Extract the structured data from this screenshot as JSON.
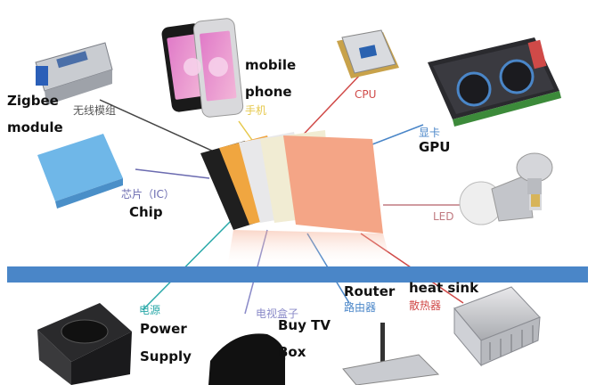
{
  "colors": {
    "band": "#4a86c8",
    "sheet_black": "#1f1f1f",
    "sheet_orange": "#f0a640",
    "sheet_grey": "#e8e8ea",
    "sheet_cream": "#f1ecd3",
    "sheet_peach": "#f4a586",
    "cn_zigbee": "#555555",
    "cn_phone": "#e6c84a",
    "cn_cpu": "#d04a48",
    "cn_gpu": "#4a86c8",
    "cn_led": "#c07a80",
    "cn_chip": "#6b6bb0",
    "cn_power": "#2aa9a9",
    "cn_tvbox": "#8a8ac8",
    "cn_router": "#4a86c8",
    "cn_heatsink": "#d04a48"
  },
  "labels": {
    "zigbee": {
      "en1": "Zigbee",
      "en2": "module",
      "cn": "无线模组",
      "icon": "sfp-module-icon"
    },
    "phone": {
      "en1": "mobile",
      "en2": "phone",
      "cn": "手机",
      "icon": "smartphone-icon"
    },
    "cpu": {
      "cn": "CPU",
      "icon": "cpu-chip-icon"
    },
    "gpu": {
      "cn": "显卡",
      "en": "GPU",
      "icon": "graphics-card-icon"
    },
    "led": {
      "cn": "LED",
      "icon": "led-bulb-icon"
    },
    "chip": {
      "cn": "芯片（IC）",
      "en": "Chip",
      "icon": "blue-thermal-pad-icon"
    },
    "power": {
      "cn": "电源",
      "en1": "Power",
      "en2": "Supply",
      "icon": "power-supply-icon"
    },
    "tvbox": {
      "cn": "电视盒子",
      "en1": "Buy TV",
      "en2": "Box",
      "icon": "tv-box-icon"
    },
    "router": {
      "en": "Router",
      "cn": "路由器",
      "icon": "router-icon"
    },
    "heatsink": {
      "en": "heat sink",
      "cn": "散热器",
      "icon": "heat-sink-icon"
    }
  }
}
